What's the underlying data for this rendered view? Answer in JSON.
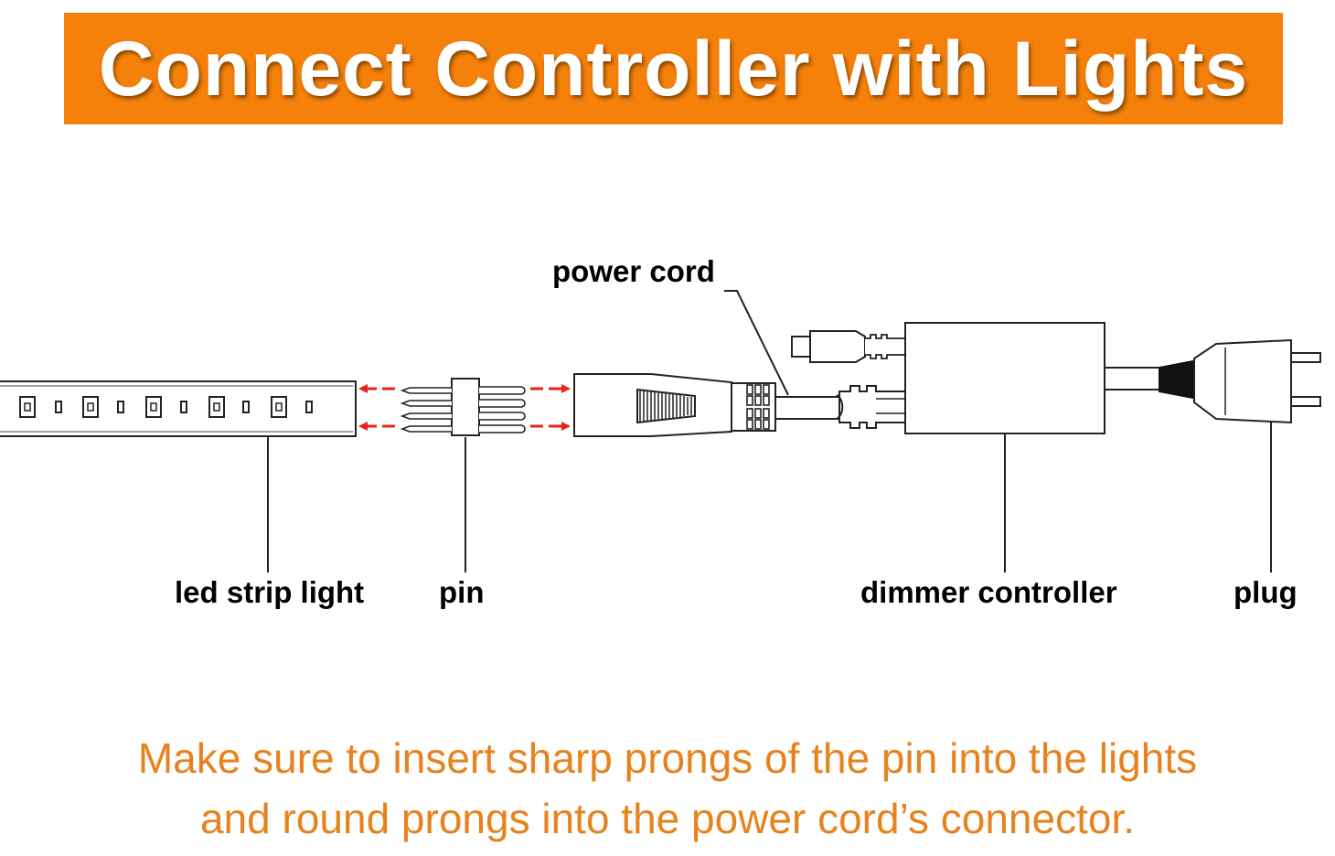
{
  "banner": {
    "title": "Connect Controller with Lights",
    "color": "#f5800a"
  },
  "labels": {
    "power_cord": "power cord",
    "led_strip": "led strip light",
    "pin": "pin",
    "dimmer": "dimmer controller",
    "plug": "plug"
  },
  "note": {
    "line1": "Make sure to insert sharp prongs of the pin into the lights",
    "line2": "and round prongs into the power cord’s connector."
  },
  "colors": {
    "arrow": "#e8231a",
    "note": "#e8821e",
    "line": "#222222"
  },
  "icons": {
    "arrows": "double-red-arrow-icon",
    "pin": "four-prong-pin-icon",
    "plug": "two-prong-plug-icon"
  }
}
